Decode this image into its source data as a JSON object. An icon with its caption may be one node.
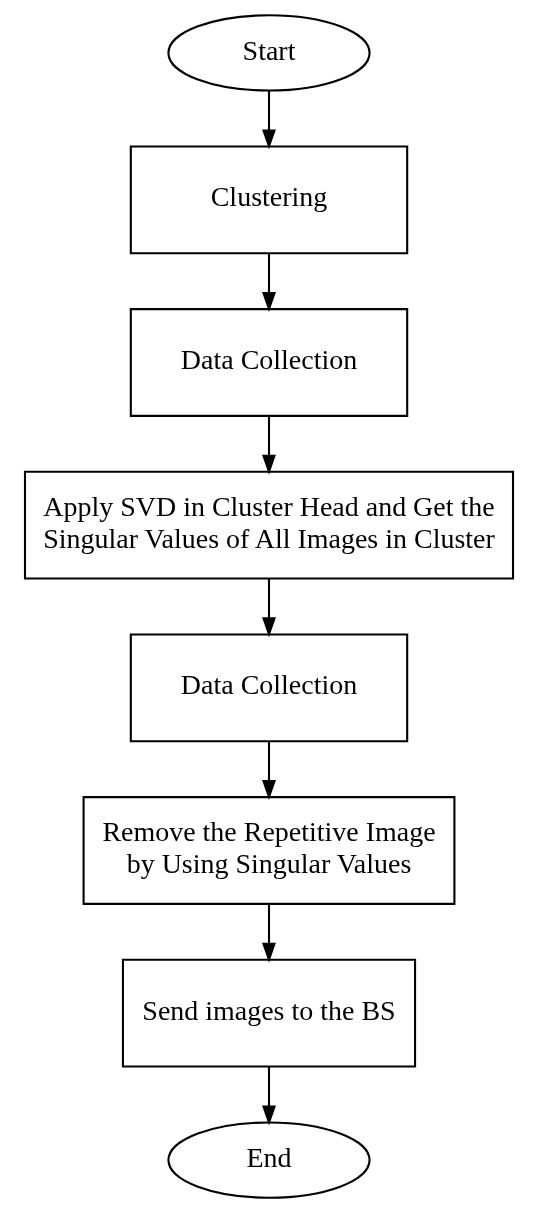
{
  "diagram": {
    "nodes": [
      {
        "text": [
          "Start"
        ]
      },
      {
        "text": [
          "Clustering"
        ]
      },
      {
        "text": [
          "Data Collection"
        ]
      },
      {
        "text": [
          "Apply SVD in Cluster Head and Get the Singular Values of All Images in Cluster"
        ]
      },
      {
        "text": [
          "Data Collection"
        ]
      },
      {
        "text": [
          "Remove the Repetitive Image by Using Singular Values"
        ]
      },
      {
        "text": [
          "Send images to the BS"
        ]
      },
      {
        "text": [
          "End"
        ]
      }
    ],
    "edges": [
      {
        "from": 0,
        "to": 1,
        "arrow": "to"
      },
      {
        "from": 1,
        "to": 2,
        "arrow": "to"
      },
      {
        "from": 2,
        "to": 3,
        "arrow": "to"
      },
      {
        "from": 3,
        "to": 4,
        "arrow": "to"
      },
      {
        "from": 4,
        "to": 5,
        "arrow": "to"
      },
      {
        "from": 5,
        "to": 6,
        "arrow": "to"
      },
      {
        "from": 6,
        "to": 7,
        "arrow": "to"
      }
    ]
  }
}
